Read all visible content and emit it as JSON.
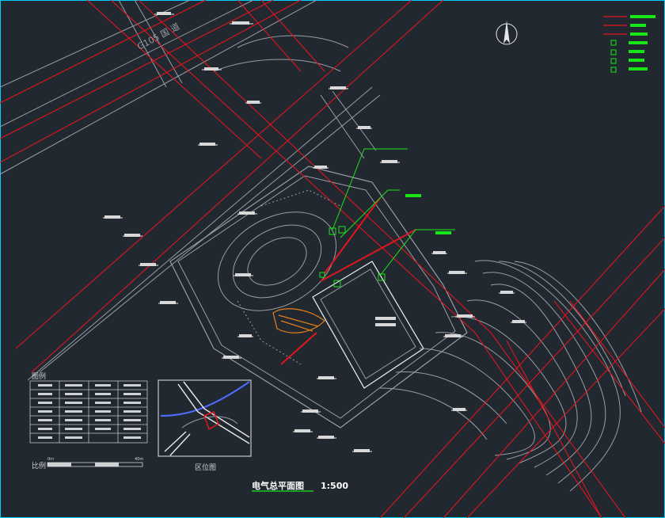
{
  "drawing": {
    "road_label": "G105 国 道",
    "title": "电气总平面图",
    "scale_text": "1:500",
    "legend_heading": "图例",
    "scale_bar_label": "比例",
    "location_map_label": "区位图",
    "scale_bar_start": "0m",
    "scale_bar_end": "40m"
  },
  "colors": {
    "background": "#212830",
    "cad_red": "#e0161e",
    "cad_green": "#19e619",
    "cad_white": "#e6e6e6",
    "cad_gray": "#9a9ea3",
    "cad_orange": "#e8801c",
    "cad_blue": "#4e6cff"
  },
  "icons": [
    "north-arrow-icon",
    "transformer-icon",
    "distribution-box-icon"
  ]
}
